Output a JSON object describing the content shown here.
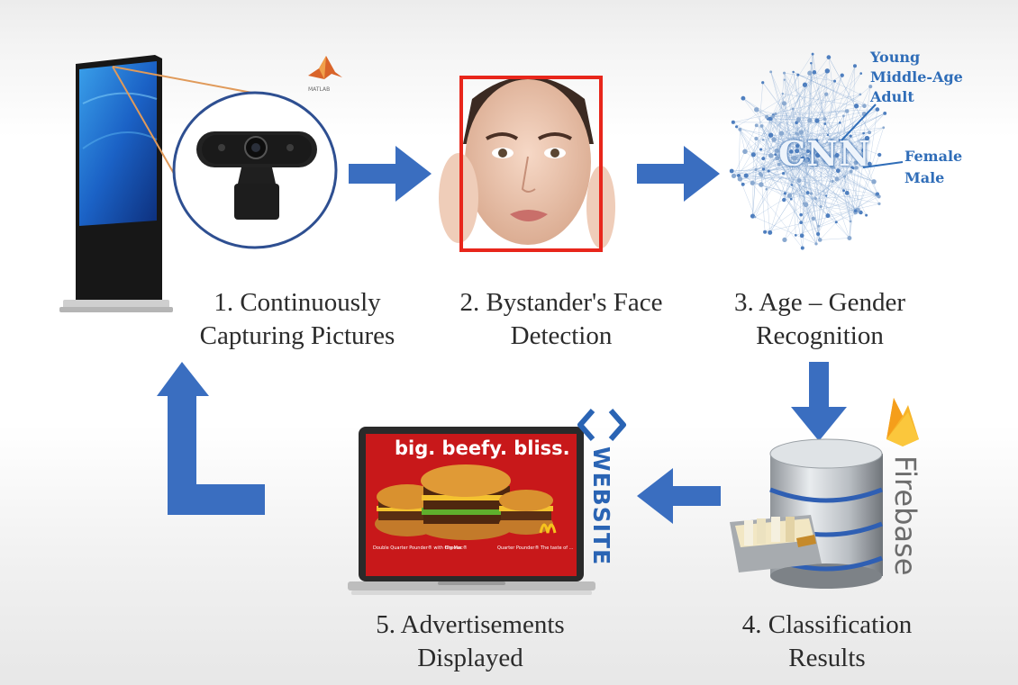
{
  "steps": [
    {
      "line1": "1. Continuously",
      "line2": "Capturing Pictures"
    },
    {
      "line1": "2. Bystander's Face",
      "line2": "Detection"
    },
    {
      "line1": "3. Age – Gender",
      "line2": "Recognition"
    },
    {
      "line1": "4. Classification",
      "line2": "Results"
    },
    {
      "line1": "5. Advertisements",
      "line2": "Displayed"
    }
  ],
  "cnn": {
    "center_text": "CNN",
    "age_labels": [
      "Young",
      "Middle-Age",
      "Adult"
    ],
    "gender_labels": [
      "Female",
      "Male"
    ]
  },
  "logos": {
    "matlab_text": "MATLAB",
    "website_text": "WEBSITE",
    "firebase_text": "Firebase"
  },
  "ad": {
    "headline": "big. beefy. bliss.",
    "captions": [
      "Double Quarter Pounder® with Cheese",
      "Big Mac®",
      "Quarter Pounder®",
      "The taste of …"
    ]
  },
  "colors": {
    "arrow_blue": "#3a6ec0",
    "detection_box_red": "#e8261b",
    "camera_circle_blue": "#2e4f91",
    "ad_red": "#c8181a",
    "firebase_yellow": "#f7b52a"
  }
}
